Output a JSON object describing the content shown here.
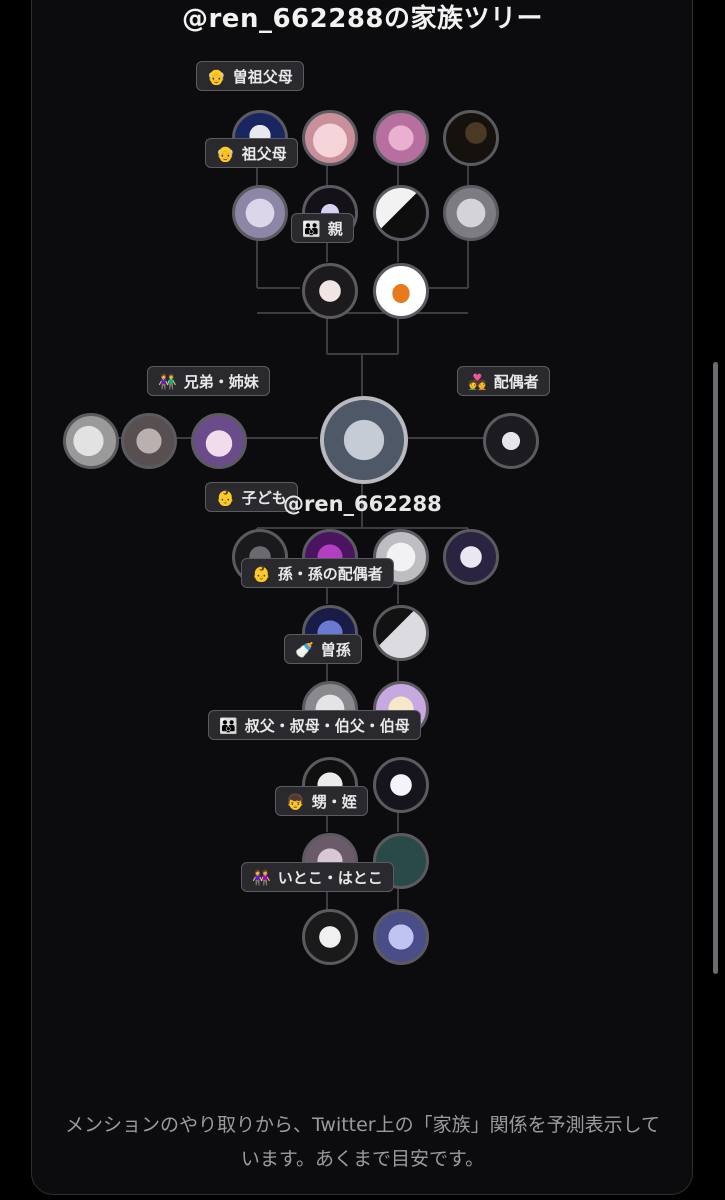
{
  "title": "@ren_662288の家族ツリー",
  "center_handle": "@ren_662288",
  "footer_text": "メンションのやり取りから、Twitter上の「家族」関係を予測表示しています。あくまで目安です。",
  "categories": {
    "great_grandparents": {
      "icon": "👴",
      "label": "曽祖父母"
    },
    "grandparents": {
      "icon": "👴",
      "label": "祖父母"
    },
    "parents": {
      "icon": "👪",
      "label": "親"
    },
    "siblings": {
      "icon": "👫",
      "label": "兄弟・姉妹"
    },
    "spouse": {
      "icon": "💑",
      "label": "配偶者"
    },
    "children": {
      "icon": "👶",
      "label": "子ども"
    },
    "grandchildren": {
      "icon": "👶",
      "label": "孫・孫の配偶者"
    },
    "great_grandchildren": {
      "icon": "🍼",
      "label": "曽孫"
    },
    "uncles_aunts": {
      "icon": "👪",
      "label": "叔父・叔母・伯父・伯母"
    },
    "nephews_nieces": {
      "icon": "👦",
      "label": "甥・姪"
    },
    "cousins": {
      "icon": "👭",
      "label": "いとこ・はとこ"
    }
  },
  "colors": {
    "background": "#000000",
    "card": "#0c0c0e",
    "chip": "#2a2a2e",
    "line": "#3c3c42",
    "text": "#e8e8ea",
    "muted": "#9a9a9f"
  }
}
